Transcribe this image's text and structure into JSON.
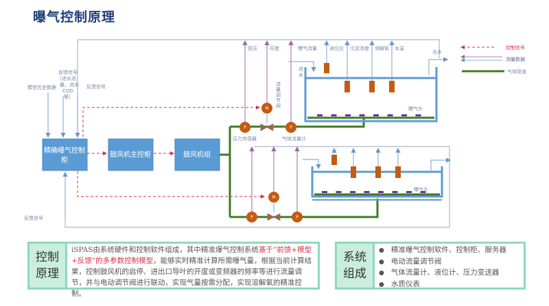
{
  "title": "曝气控制原理",
  "legend": {
    "control_signal": "控制信号",
    "measurement_data": "测量数据",
    "gas_pipeline": "气体管道"
  },
  "colors": {
    "box_blue": "#5b9bd5",
    "pipe_green": "#3f7a24",
    "device_orange": "#c55a11",
    "control_red": "#d9324a",
    "measure_purple": "#b07cb8",
    "measure_blue": "#8fb0d6",
    "diffuser_purple": "#7030a0",
    "panel_border": "#8fd8bd",
    "panel_head_bg": "#c9eedd",
    "title": "#1f3f7a"
  },
  "diagram": {
    "inputs": {
      "model_history": "模型历史数据",
      "feedforward": [
        "前馈信号",
        "(进水流",
        "量，进水",
        "COD",
        "等)"
      ],
      "feedback_top": "反馈信号",
      "feedback_bottom": "反馈信号"
    },
    "boxes": {
      "controller": [
        "精确曝气控制",
        "柜"
      ],
      "blower_master": "鼓风机主控柜",
      "blower_group": "鼓风机组"
    },
    "top_measurements": [
      "管压",
      "开度",
      "曝气流量",
      "液位仪",
      "污泥浓度",
      "溶解氧",
      "水温"
    ],
    "outflow": "出水",
    "inflow": [
      "进",
      "水"
    ],
    "valve_label": [
      "流",
      "量",
      "调",
      "节",
      "阀"
    ],
    "pressure_sensor": "压力传感器",
    "gas_flowmeter": "气体流量计",
    "diffuser": "曝气头",
    "pump_symbol": "P",
    "motor_symbol": "M"
  },
  "principle": {
    "heading": [
      "控制",
      "原理"
    ],
    "text_prefix": "iSPAS由系统硬件和控制软件组成，其中精准爆气控制系统",
    "text_highlight": "基于“前馈+模型+反馈”的多参数控制模型",
    "text_suffix": "，能够实时精准计算所需曝气量，根据当前计算结果，控制鼓风机的启停、进出口导叶的开度或变频器的频率等进行流量调节，并与电动调节阀进行联动，实现气量按需分配，实现溶解氧的精准控制。"
  },
  "composition": {
    "heading": [
      "系统",
      "组成"
    ],
    "items": [
      "精准曝气控制软件、控制柜、服务器",
      "电动流量调节阀",
      "气体流量计、液位计、压力变送器",
      "水质仪表"
    ]
  }
}
